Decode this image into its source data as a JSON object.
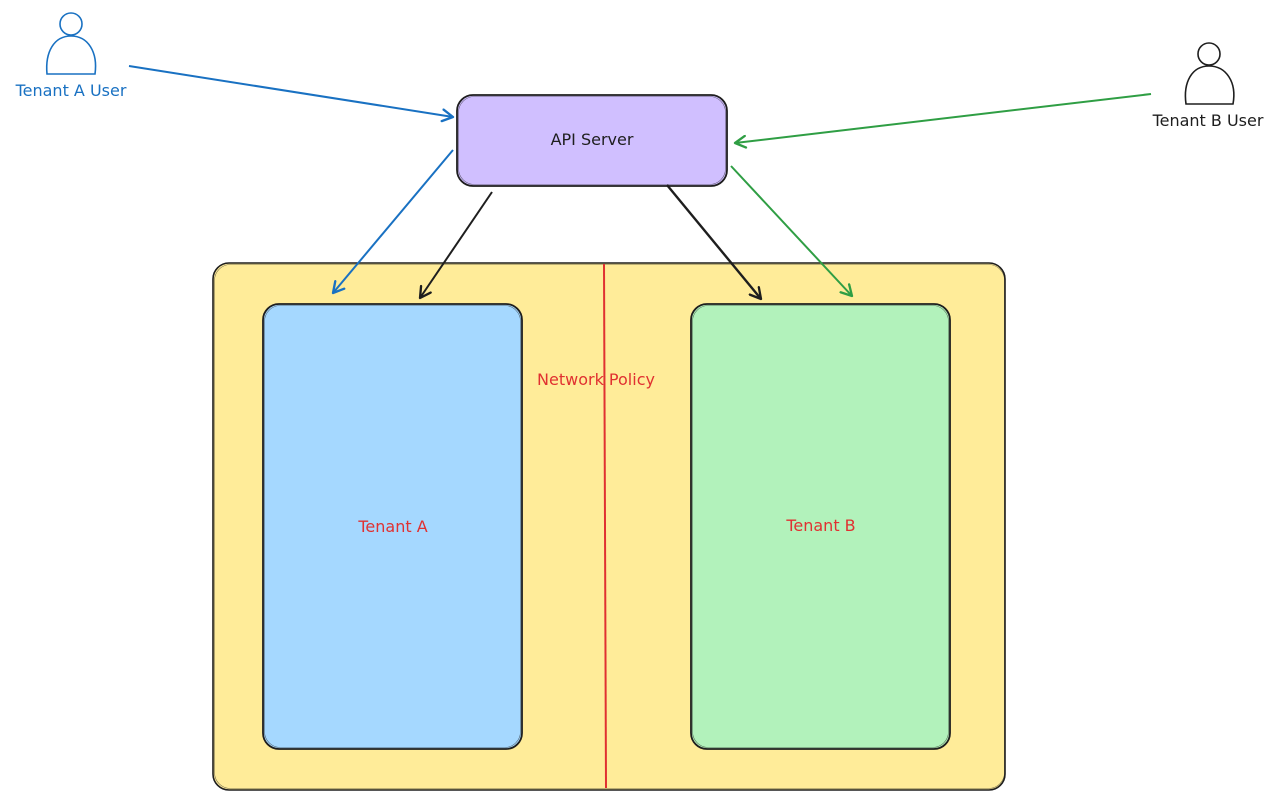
{
  "nodes": {
    "api_server": "API Server",
    "tenant_a_user": "Tenant A User",
    "tenant_b_user": "Tenant B User",
    "network_policy": "Network Policy",
    "tenant_a": "Tenant A",
    "tenant_b": "Tenant B"
  },
  "colors": {
    "api_fill": "#d0bfff",
    "cluster_fill": "#ffec99",
    "tenant_a_fill": "#a5d8ff",
    "tenant_b_fill": "#b2f2bb",
    "stroke": "#1e1e1e",
    "tenant_a_edge": "#1971c2",
    "tenant_b_edge": "#2f9e44",
    "policy": "#e03131"
  },
  "edges": [
    {
      "from": "tenant_a_user",
      "to": "api_server",
      "color": "blue"
    },
    {
      "from": "tenant_b_user",
      "to": "api_server",
      "color": "green"
    },
    {
      "from": "api_server",
      "to": "tenant_a",
      "color": "blue"
    },
    {
      "from": "api_server",
      "to": "tenant_a",
      "color": "black"
    },
    {
      "from": "api_server",
      "to": "tenant_b",
      "color": "black"
    },
    {
      "from": "api_server",
      "to": "tenant_b",
      "color": "green"
    }
  ]
}
